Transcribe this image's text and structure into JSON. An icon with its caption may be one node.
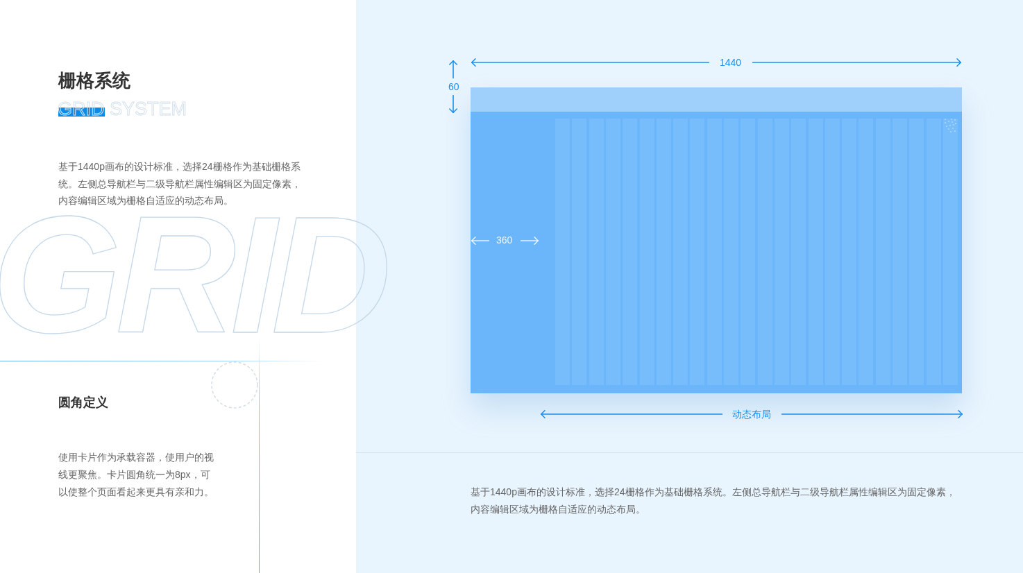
{
  "diagram": {
    "title": "栅格系统",
    "labels": [
      "GRID SYSTEM",
      "基于1440p画布的设计标准，选择24栅格作为基础栅格系统。左侧总导航栏与二级导航栏属性编辑区为固定像素，内容编辑区域为栅格自适应的动态布局。",
      "GRID",
      "圆角定义",
      "使用卡片作为承载容器，使用户的视线更聚焦。卡片圆角统一为8px，可以使整个页面看起来更具有亲和力。",
      "1440",
      "60",
      "360",
      "动态布局",
      "基于1440p画布的设计标准，选择24栅格作为基础栅格系统。左侧总导航栏与二级导航栏属性编辑区为固定像素，内容编辑区域为栅格自适应的动态布局。"
    ]
  }
}
